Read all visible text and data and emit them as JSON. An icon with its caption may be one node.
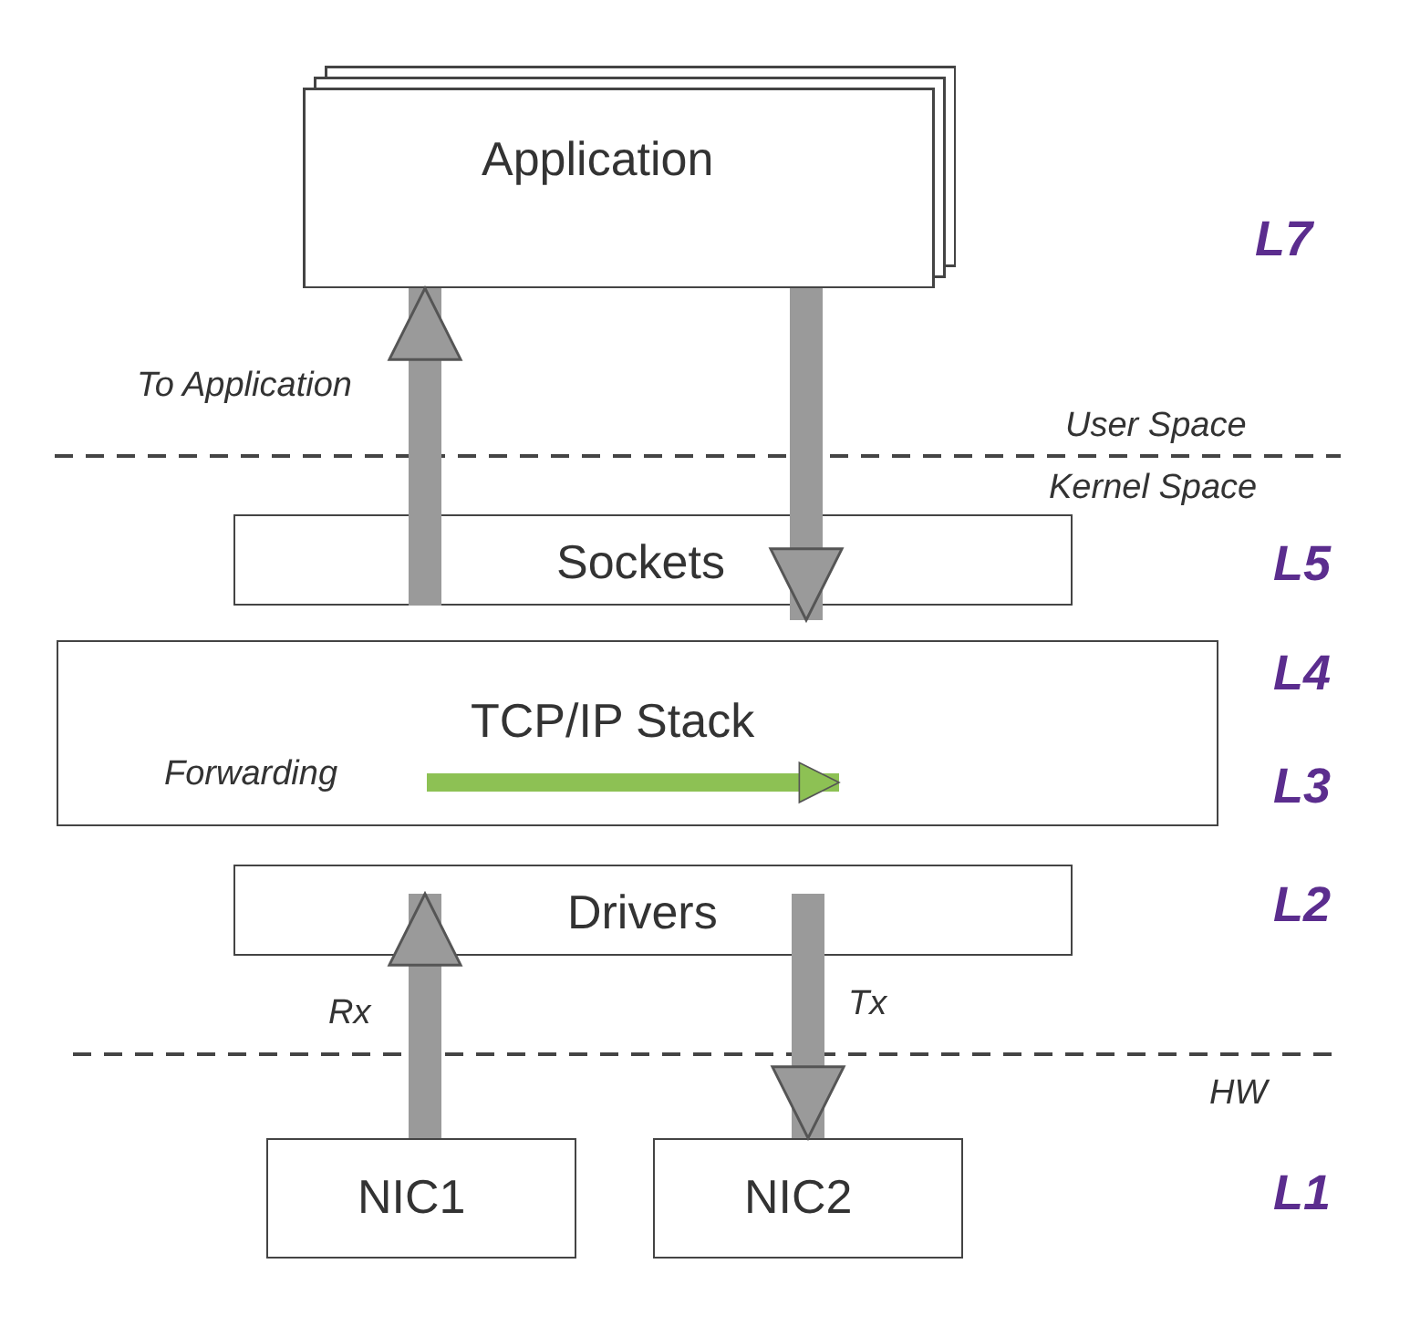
{
  "diagram": {
    "nodes": [
      {
        "text": [
          "Application"
        ]
      },
      {
        "text": [
          "Sockets"
        ]
      },
      {
        "text": [
          "TCP/IP Stack"
        ]
      },
      {
        "text": [
          "Drivers"
        ]
      },
      {
        "text": [
          "NIC1"
        ]
      },
      {
        "text": [
          "NIC2"
        ]
      }
    ],
    "edges": [
      {
        "from": 1,
        "to": 0,
        "arrow": "to",
        "label": "To Application"
      },
      {
        "from": 0,
        "to": 1,
        "arrow": "to"
      },
      {
        "from": 2,
        "to": 2,
        "arrow": "to",
        "label": "Forwarding",
        "color": "#8dc154"
      },
      {
        "from": 4,
        "to": 3,
        "arrow": "to",
        "label": "Rx"
      },
      {
        "from": 3,
        "to": 5,
        "arrow": "to",
        "label": "Tx"
      }
    ],
    "labels": [
      "L7",
      "User Space",
      "Kernel Space",
      "L5",
      "L4",
      "L3",
      "L2",
      "HW",
      "L1"
    ]
  }
}
